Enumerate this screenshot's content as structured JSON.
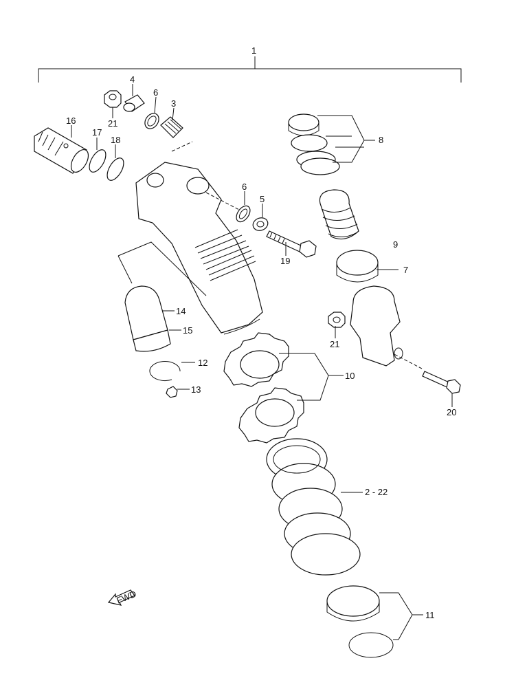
{
  "callouts": {
    "p1": "1",
    "p2_22": "2 - 22",
    "p3": "3",
    "p4": "4",
    "p5": "5",
    "p6a": "6",
    "p6b": "6",
    "p7": "7",
    "p8": "8",
    "p9": "9",
    "p10": "10",
    "p11": "11",
    "p12": "12",
    "p13": "13",
    "p14": "14",
    "p15": "15",
    "p16": "16",
    "p17": "17",
    "p18": "18",
    "p19": "19",
    "p20": "20",
    "p21a": "21",
    "p21b": "21"
  },
  "forward_arrow": {
    "text": "FWD",
    "icon": "forward-arrow-icon"
  }
}
